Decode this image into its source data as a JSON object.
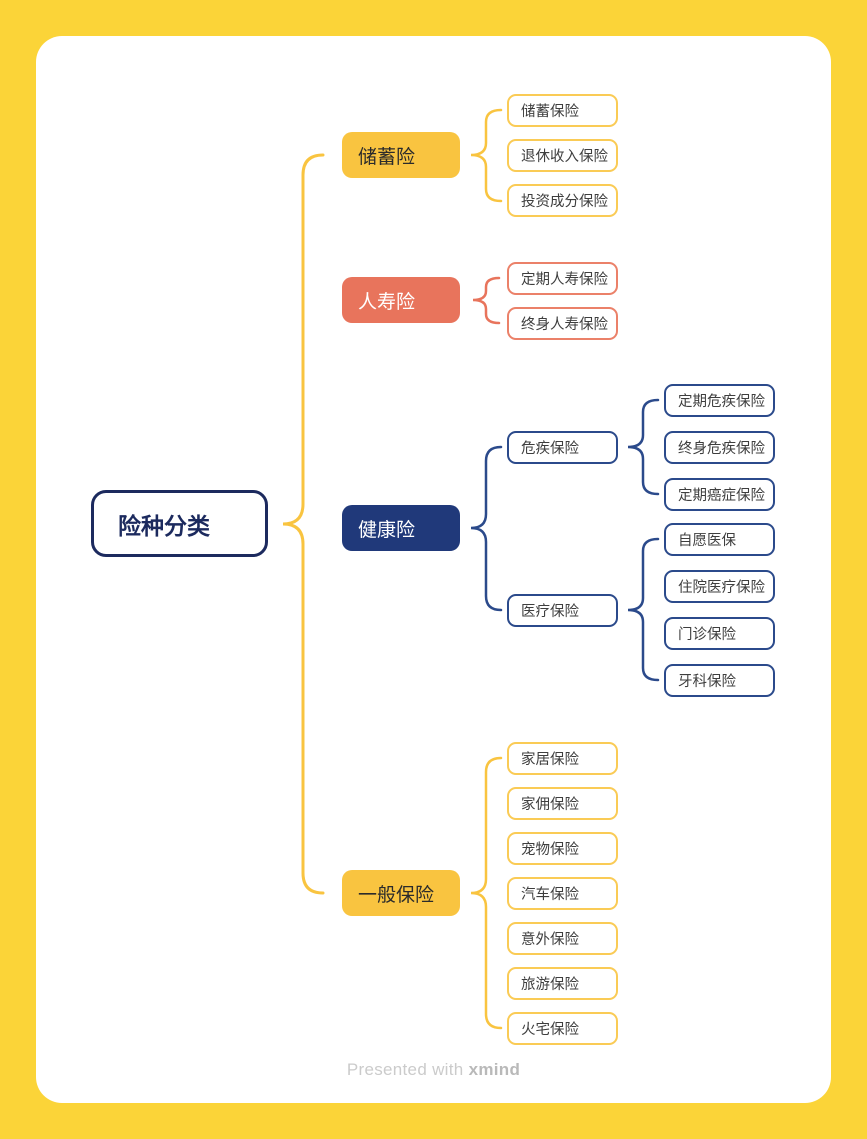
{
  "app": {
    "footer_prefix": "Presented with",
    "footer_brand": "xmind"
  },
  "colors": {
    "page_background": "#FBD438",
    "card_background": "#FFFFFF",
    "yellow_fill": "#F9C440",
    "yellow_border": "#FACB55",
    "yellow_brace": "#F9C440",
    "red_fill": "#E8745C",
    "red_border": "#EB8169",
    "navy_fill": "#20397A",
    "navy_border": "#2B4A8B",
    "root_navy": "#1C2A5E",
    "dark_text": "#2B2B2B",
    "leaf_text": "#3E3E3E",
    "footer_gray": "#CBCBCB"
  },
  "mindmap": {
    "root": {
      "label": "险种分类"
    },
    "branches": [
      {
        "label": "储蓄险",
        "color": "yellow",
        "children": [
          {
            "label": "储蓄保险"
          },
          {
            "label": "退休收入保险"
          },
          {
            "label": "投资成分保险"
          }
        ]
      },
      {
        "label": "人寿险",
        "color": "red",
        "children": [
          {
            "label": "定期人寿保险"
          },
          {
            "label": "终身人寿保险"
          }
        ]
      },
      {
        "label": "健康险",
        "color": "navy",
        "children": [
          {
            "label": "危疾保险",
            "children": [
              {
                "label": "定期危疾保险"
              },
              {
                "label": "终身危疾保险"
              },
              {
                "label": "定期癌症保险"
              }
            ]
          },
          {
            "label": "医疗保险",
            "children": [
              {
                "label": "自愿医保"
              },
              {
                "label": "住院医疗保险"
              },
              {
                "label": "门诊保险"
              },
              {
                "label": "牙科保险"
              }
            ]
          }
        ]
      },
      {
        "label": "一般保险",
        "color": "yellow",
        "children": [
          {
            "label": "家居保险"
          },
          {
            "label": "家佣保险"
          },
          {
            "label": "宠物保险"
          },
          {
            "label": "汽车保险"
          },
          {
            "label": "意外保险"
          },
          {
            "label": "旅游保险"
          },
          {
            "label": "火宅保险"
          }
        ]
      }
    ]
  }
}
